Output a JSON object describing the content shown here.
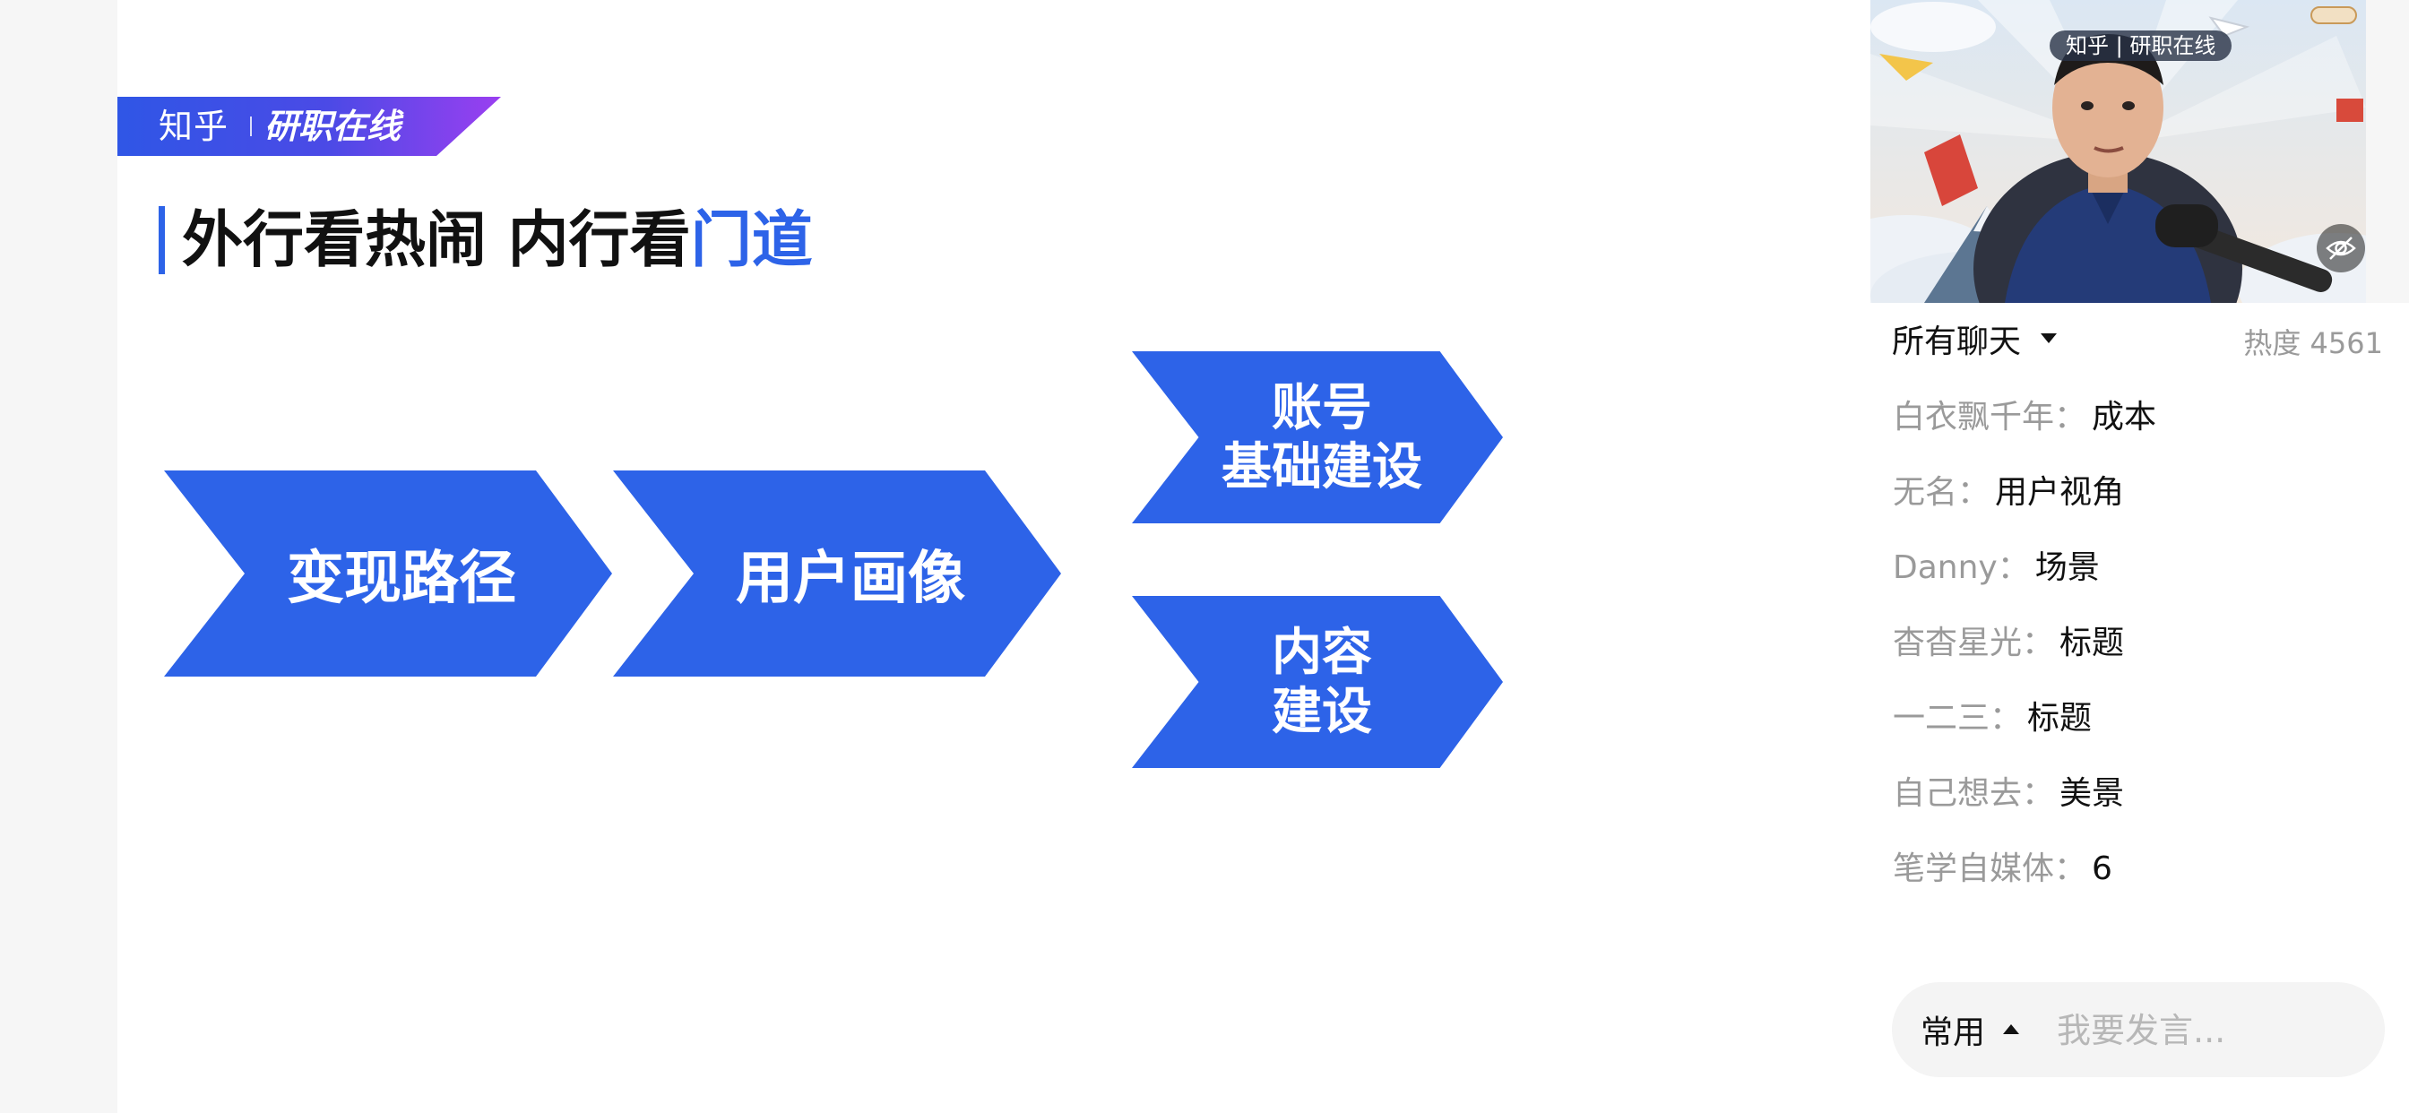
{
  "slide": {
    "brand_name": "知乎",
    "brand_product": "研职在线",
    "title_main": "外行看热闹 内行看",
    "title_accent": "门道",
    "steps": [
      {
        "label": "变现路径"
      },
      {
        "label": "用户画像"
      },
      {
        "label": "账号\n基础建设"
      },
      {
        "label": "内容\n建设"
      }
    ],
    "accent_color": "#2d63e8"
  },
  "video": {
    "badge": "知乎 | 研职在线",
    "hide_icon": "eye-off-icon"
  },
  "chat": {
    "filter_label": "所有聊天",
    "heat": "热度 4561",
    "messages": [
      {
        "user": "白衣飘千年",
        "text": "成本"
      },
      {
        "user": "无名",
        "text": "用户视角"
      },
      {
        "user": "Danny",
        "text": "场景"
      },
      {
        "user": "杳杳星光",
        "text": "标题"
      },
      {
        "user": "一二三",
        "text": "标题"
      },
      {
        "user": "自己想去",
        "text": "美景"
      },
      {
        "user": "笔学自媒体",
        "text": "6"
      }
    ],
    "common_label": "常用",
    "input_placeholder": "我要发言..."
  }
}
